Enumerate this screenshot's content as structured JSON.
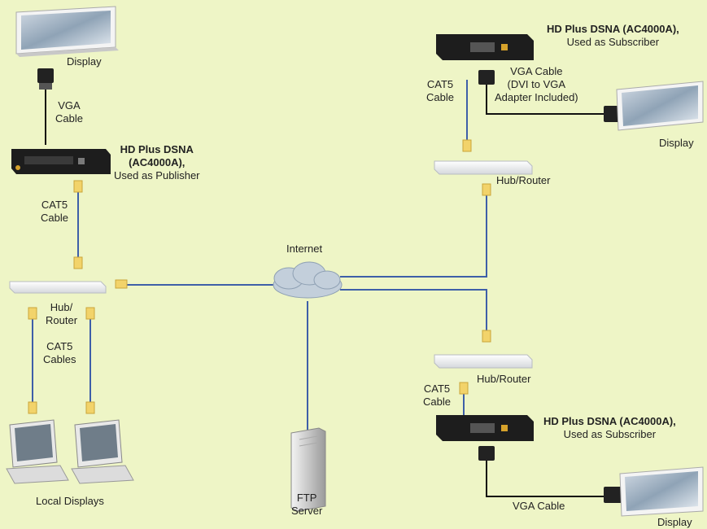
{
  "labels": {
    "display_top_left": "Display",
    "vga_cable_top_left_1": "VGA",
    "vga_cable_top_left_2": "Cable",
    "publisher_title_1": "HD Plus DSNA",
    "publisher_title_2": "(AC4000A),",
    "publisher_role": "Used as Publisher",
    "cat5_left_1": "CAT5",
    "cat5_left_2": "Cable",
    "hub_left_1": "Hub/",
    "hub_left_2": "Router",
    "cat5_cables_1": "CAT5",
    "cat5_cables_2": "Cables",
    "local_displays": "Local Displays",
    "internet": "Internet",
    "ftp_1": "FTP",
    "ftp_2": "Server",
    "subscriber_top_title": "HD Plus DSNA (AC4000A),",
    "subscriber_top_role": "Used as Subscriber",
    "vga_cable_top_right_1": "VGA Cable",
    "vga_cable_top_right_2": "(DVI to VGA",
    "vga_cable_top_right_3": "Adapter Included)",
    "cat5_top_right_1": "CAT5",
    "cat5_top_right_2": "Cable",
    "display_top_right": "Display",
    "hub_top_right": "Hub/Router",
    "hub_bottom_right": "Hub/Router",
    "cat5_bottom_right_1": "CAT5",
    "cat5_bottom_right_2": "Cable",
    "subscriber_bottom_title": "HD Plus DSNA (AC4000A),",
    "subscriber_bottom_role": "Used as Subscriber",
    "vga_cable_bottom_right": "VGA Cable",
    "display_bottom_right": "Display"
  },
  "colors": {
    "background": "#eef5c6",
    "cat5_line": "#3e5fa8",
    "vga_line": "#111111",
    "connector_yellow": "#f2d36a"
  }
}
